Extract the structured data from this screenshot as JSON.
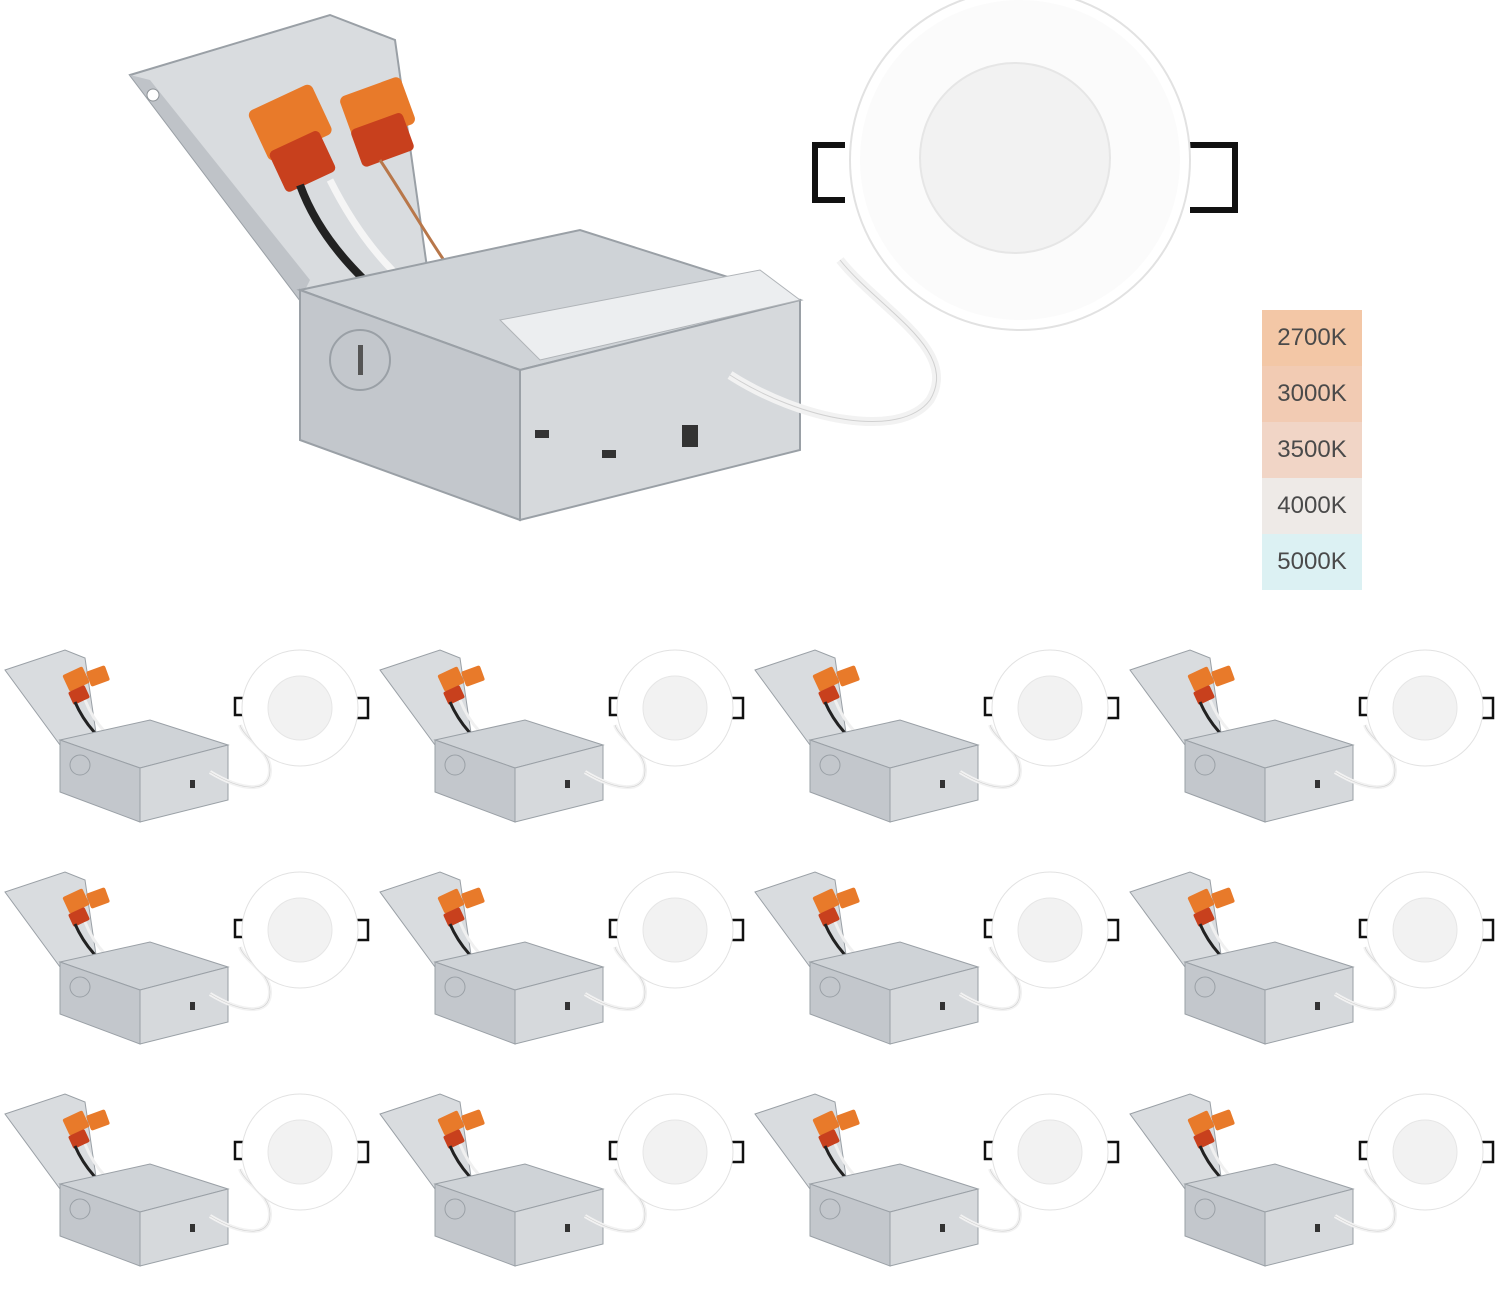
{
  "color_temperature_options": [
    {
      "label": "2700K",
      "color": "#f3c7a6"
    },
    {
      "label": "3000K",
      "color": "#f2cbb3"
    },
    {
      "label": "3500K",
      "color": "#f1d5c6"
    },
    {
      "label": "4000K",
      "color": "#eeeae7"
    },
    {
      "label": "5000K",
      "color": "#dcf1f3"
    }
  ],
  "colors": {
    "metal": "#c9ccd0",
    "metal_dark": "#a9adb2",
    "connector": "#e06a1c",
    "panel": "#ffffff",
    "lens": "#f4f4f4"
  },
  "kit_count": 12
}
